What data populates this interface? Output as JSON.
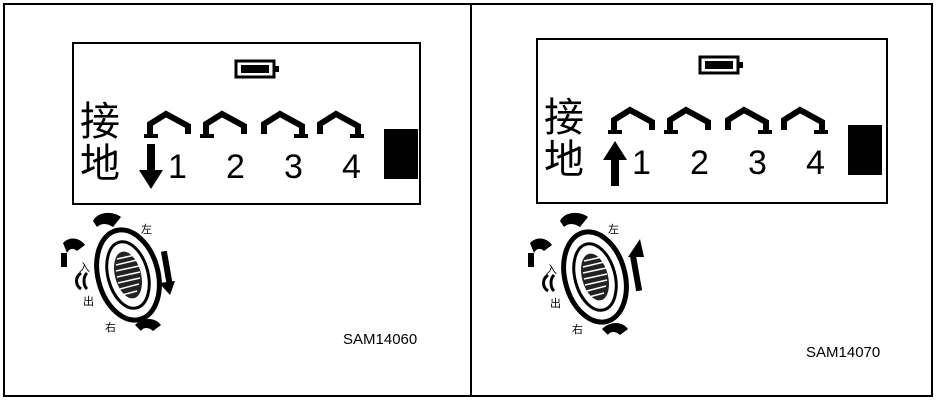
{
  "panels": [
    {
      "id": "left",
      "lcd": {
        "label_chars": [
          "接",
          "地"
        ],
        "channels": [
          "1",
          "2",
          "3",
          "4"
        ],
        "arrow_direction": "down",
        "icons": [
          "battery-icon",
          "lift-icon",
          "down-arrow-icon",
          "block-indicator"
        ]
      },
      "dial": {
        "labels": [
          "左",
          "入",
          "出",
          "右"
        ],
        "arrow_direction": "down"
      },
      "code": "SAM14060"
    },
    {
      "id": "right",
      "lcd": {
        "label_chars": [
          "接",
          "地"
        ],
        "channels": [
          "1",
          "2",
          "3",
          "4"
        ],
        "arrow_direction": "up",
        "icons": [
          "battery-icon",
          "lift-icon",
          "up-arrow-icon",
          "block-indicator"
        ]
      },
      "dial": {
        "labels": [
          "左",
          "入",
          "出",
          "右"
        ],
        "arrow_direction": "up"
      },
      "code": "SAM14070"
    }
  ]
}
